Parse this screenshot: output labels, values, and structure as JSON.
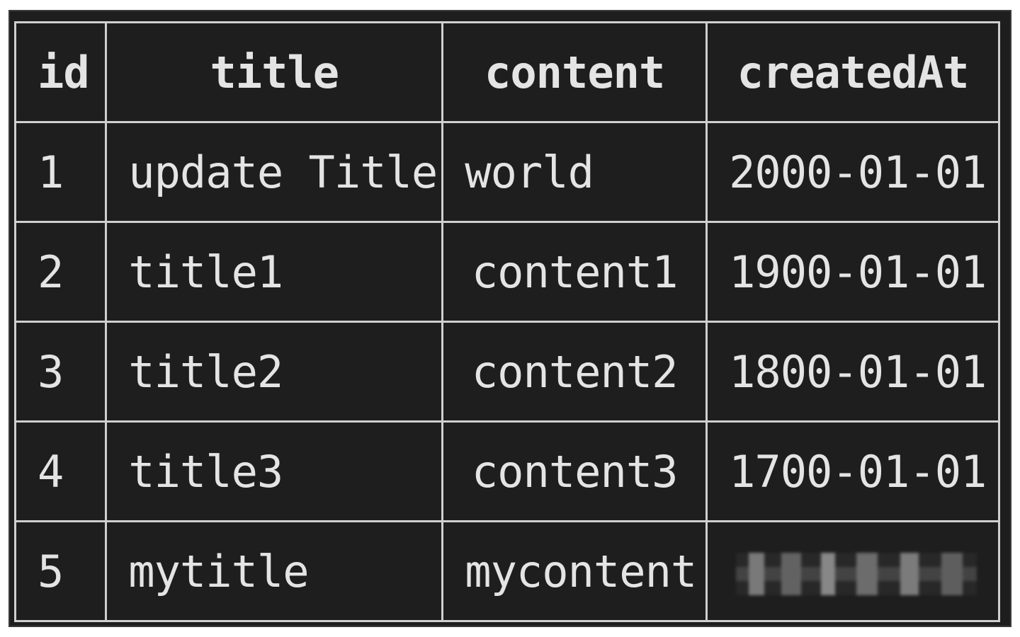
{
  "table": {
    "columns": [
      "id",
      "title",
      "content",
      "createdAt"
    ],
    "rows": [
      {
        "id": "1",
        "title": "update Title",
        "content": "world",
        "createdAt": "2000-01-01"
      },
      {
        "id": "2",
        "title": "title1",
        "content": "content1",
        "createdAt": "1900-01-01"
      },
      {
        "id": "3",
        "title": "title2",
        "content": "content2",
        "createdAt": "1800-01-01"
      },
      {
        "id": "4",
        "title": "title3",
        "content": "content3",
        "createdAt": "1700-01-01"
      },
      {
        "id": "5",
        "title": "mytitle",
        "content": "mycontent",
        "createdAt": ""
      }
    ]
  },
  "colors": {
    "background": "#1e1e1e",
    "grid": "#cfcfcf",
    "text": "#e4e4e4"
  }
}
